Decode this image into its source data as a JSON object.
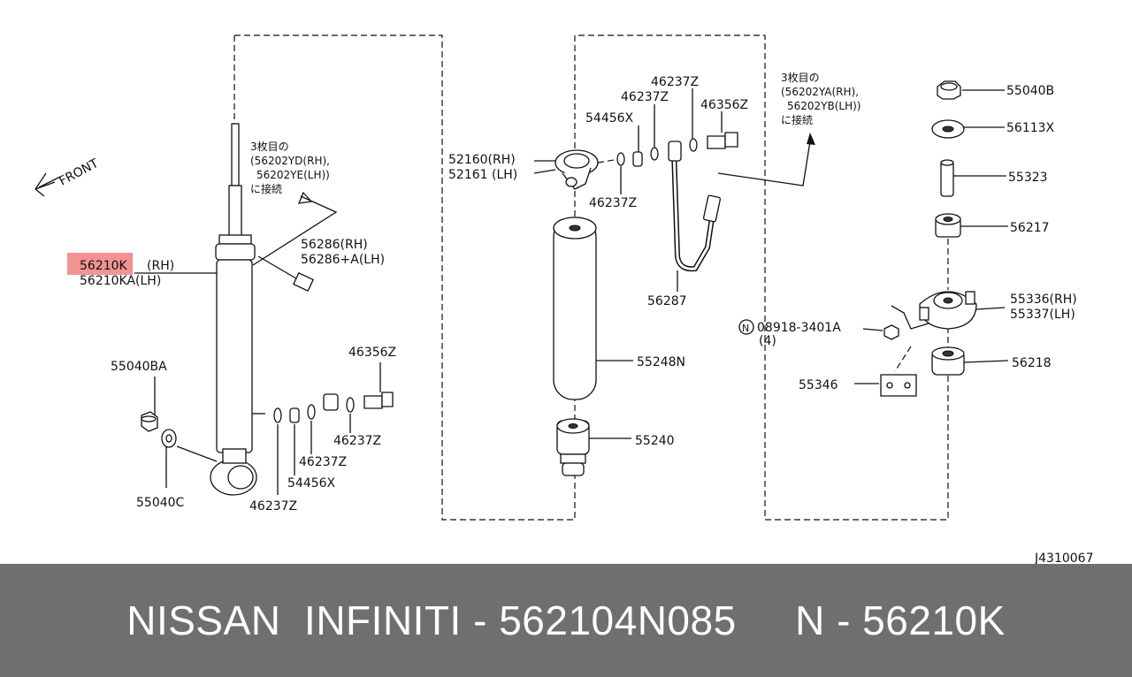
{
  "callouts": {
    "p56210k": "56210K",
    "p56210k_rh": "(RH)",
    "p56210ka": "56210KA(LH)",
    "p55040ba": "55040BA",
    "p55040c": "55040C",
    "note_left_1": "3枚目の",
    "note_left_2": "(56202YD(RH),",
    "note_left_3": "56202YE(LH))",
    "note_left_4": "に接続",
    "p56286": "56286(RH)",
    "p56286a": "56286+A(LH)",
    "p46356z_a": "46356Z",
    "p46237z_a": "46237Z",
    "p46237z_b": "46237Z",
    "p54456x_a": "54456X",
    "p46237z_c": "46237Z",
    "p46237z_d": "46237Z",
    "p46237z_e": "46237Z",
    "p54456x_b": "54456X",
    "p46356z_b": "46356Z",
    "p52160": "52160(RH)",
    "p52161": "52161 (LH)",
    "p46237z_f": "46237Z",
    "p55248n": "55248N",
    "p55240": "55240",
    "p56287": "56287",
    "note_right_1": "3枚目の",
    "note_right_2": "(56202YA(RH),",
    "note_right_3": "56202YB(LH))",
    "note_right_4": "に接続",
    "p55040b": "55040B",
    "p56113x": "56113X",
    "p55323": "55323",
    "p56217": "56217",
    "p55336": "55336(RH)",
    "p55337": "55337(LH)",
    "bolt_prefix": "N",
    "p08918": "08918-3401A",
    "p08918_qty": "(4)",
    "p56218": "56218",
    "p55346": "55346",
    "front": "FRONT",
    "diagram_code": "J4310067"
  },
  "highlight_color": "#f08080",
  "footer": {
    "text": "NISSAN  INFINITI - 562104N085     N - 56210K"
  }
}
